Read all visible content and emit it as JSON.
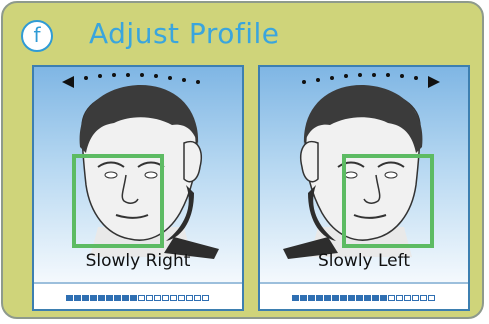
{
  "header": {
    "step_badge": "f",
    "title": "Adjust Profile"
  },
  "panels": [
    {
      "caption": "Slowly Right",
      "direction": "left",
      "progress_filled": 9,
      "progress_total": 18
    },
    {
      "caption": "Slowly Left",
      "direction": "right",
      "progress_filled": 12,
      "progress_total": 18
    }
  ],
  "colors": {
    "card_bg": "#cfd47a",
    "title": "#3aa5dd",
    "face_frame": "#5dbb63",
    "progress": "#2f6fb2"
  }
}
